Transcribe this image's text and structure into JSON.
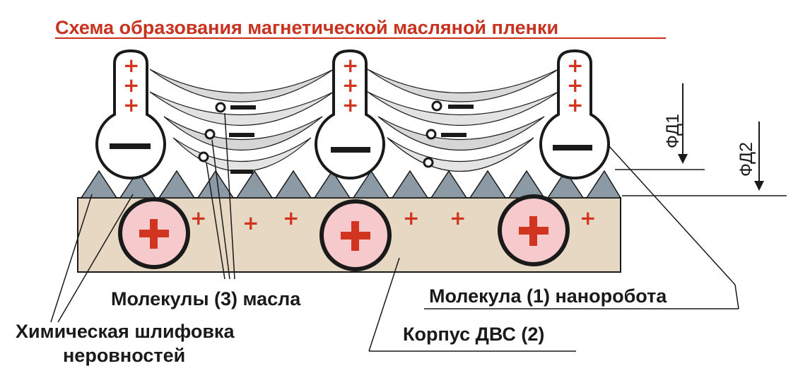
{
  "title": "Схема образования магнетической масляной пленки",
  "labels": {
    "oil_molecules": "Молекулы (3) масла",
    "nanorobot_molecule": "Молекула (1) наноробота",
    "chemical_polishing_line1": "Химическая шлифовка",
    "chemical_polishing_line2": "неровностей",
    "engine_body": "Корпус ДВС (2)",
    "fd1": "ФД1",
    "fd2": "ФД2"
  },
  "colors": {
    "title": "#c8321e",
    "charge_plus": "#d1351f",
    "body_fill": "#e6d8c3",
    "positive_ion_fill": "#f6c9cd",
    "asperity_fill": "#8c9aa6",
    "oil_layer_fill": "#dcdcdc",
    "outline": "#1a1a1a"
  }
}
